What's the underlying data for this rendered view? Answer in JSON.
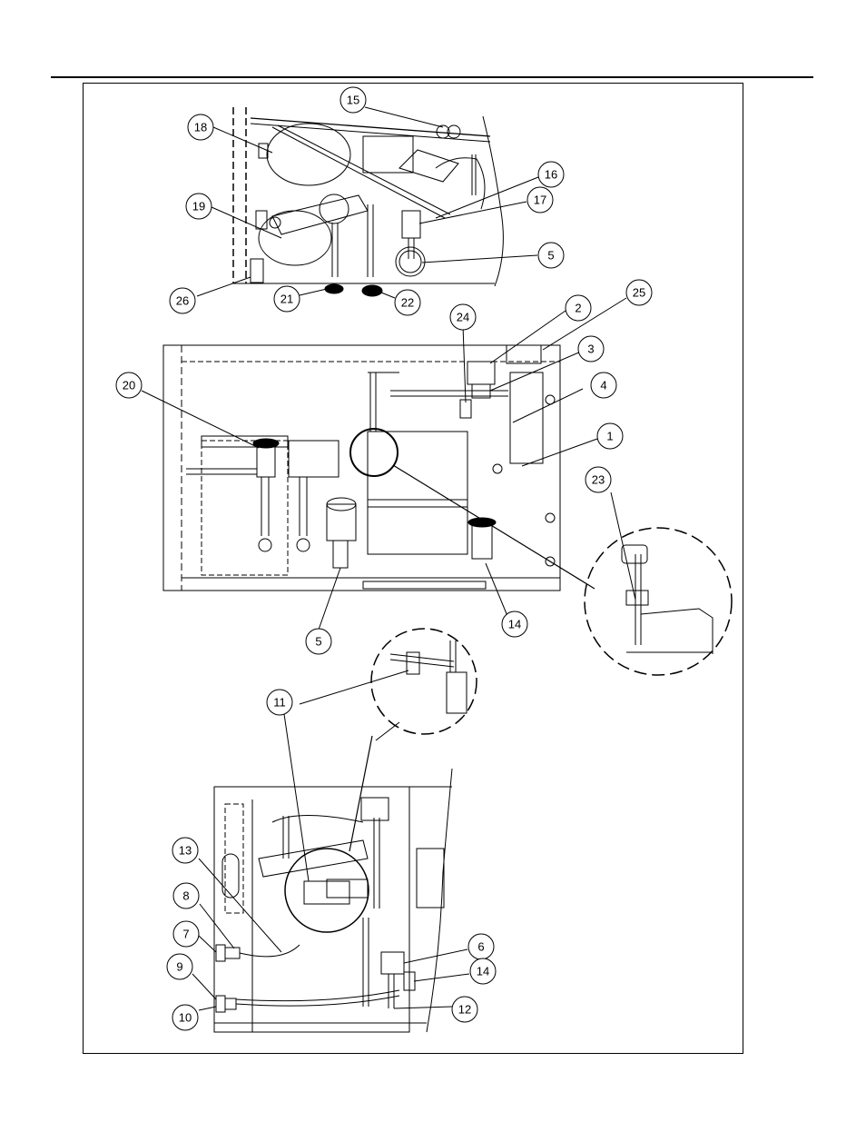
{
  "figure": {
    "views": [
      {
        "id": "top-view",
        "callouts": [
          "15",
          "18",
          "16",
          "17",
          "19",
          "5",
          "26",
          "21",
          "22"
        ]
      },
      {
        "id": "front-view",
        "callouts": [
          "2",
          "25",
          "24",
          "3",
          "4",
          "20",
          "1",
          "23",
          "5",
          "14"
        ]
      },
      {
        "id": "bottom-view",
        "callouts": [
          "11",
          "13",
          "8",
          "7",
          "6",
          "14",
          "9",
          "10",
          "12"
        ]
      }
    ]
  },
  "callouts": [
    {
      "key": "c15",
      "label": "15"
    },
    {
      "key": "c18",
      "label": "18"
    },
    {
      "key": "c16",
      "label": "16"
    },
    {
      "key": "c17",
      "label": "17"
    },
    {
      "key": "c19",
      "label": "19"
    },
    {
      "key": "c5a",
      "label": "5"
    },
    {
      "key": "c26",
      "label": "26"
    },
    {
      "key": "c21",
      "label": "21"
    },
    {
      "key": "c22",
      "label": "22"
    },
    {
      "key": "c2",
      "label": "2"
    },
    {
      "key": "c25",
      "label": "25"
    },
    {
      "key": "c24",
      "label": "24"
    },
    {
      "key": "c3",
      "label": "3"
    },
    {
      "key": "c4",
      "label": "4"
    },
    {
      "key": "c20",
      "label": "20"
    },
    {
      "key": "c1",
      "label": "1"
    },
    {
      "key": "c23",
      "label": "23"
    },
    {
      "key": "c5b",
      "label": "5"
    },
    {
      "key": "c14a",
      "label": "14"
    },
    {
      "key": "c11",
      "label": "11"
    },
    {
      "key": "c13",
      "label": "13"
    },
    {
      "key": "c8",
      "label": "8"
    },
    {
      "key": "c7",
      "label": "7"
    },
    {
      "key": "c6",
      "label": "6"
    },
    {
      "key": "c14b",
      "label": "14"
    },
    {
      "key": "c9",
      "label": "9"
    },
    {
      "key": "c10",
      "label": "10"
    },
    {
      "key": "c12",
      "label": "12"
    }
  ]
}
